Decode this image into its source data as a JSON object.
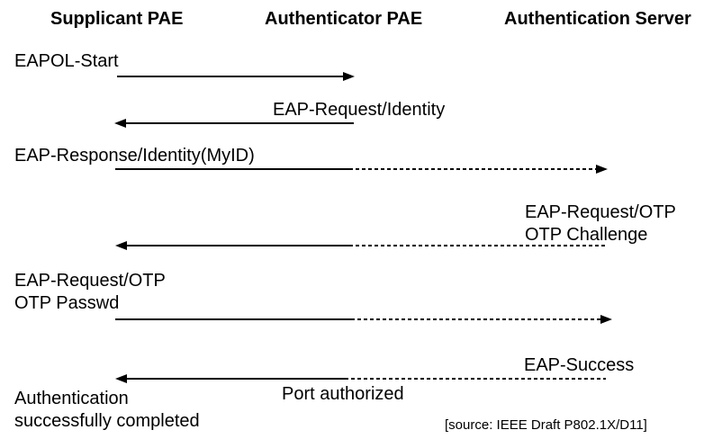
{
  "page": {
    "background_color": "#ffffff",
    "line_color": "#000000"
  },
  "lanes": [
    {
      "id": "supplicant",
      "label": "Supplicant PAE"
    },
    {
      "id": "authenticator",
      "label": "Authenticator PAE"
    },
    {
      "id": "auth-server",
      "label": "Authentication Server"
    }
  ],
  "sequence": [
    {
      "label": "EAPOL-Start",
      "from": "supplicant",
      "to": "authenticator",
      "direction": "right",
      "line": "solid"
    },
    {
      "label": "EAP-Request/Identity",
      "from": "authenticator",
      "to": "supplicant",
      "direction": "left",
      "line": "solid"
    },
    {
      "label": "EAP-Response/Identity(MyID)",
      "from": "supplicant",
      "to": "auth-server",
      "direction": "right",
      "line": "solid-then-dashed"
    },
    {
      "label": "EAP-Request/OTP",
      "label_line2": "OTP Challenge",
      "from": "auth-server",
      "to": "supplicant",
      "direction": "left",
      "line": "dashed-then-solid"
    },
    {
      "label": "EAP-Request/OTP",
      "label_line2": "OTP Passwd",
      "from": "supplicant",
      "to": "auth-server",
      "direction": "right",
      "line": "solid-then-dashed"
    },
    {
      "label": "EAP-Success",
      "from": "auth-server",
      "to": "supplicant",
      "direction": "left",
      "line": "dashed-then-solid"
    }
  ],
  "annotations": {
    "port_status": "Port authorized",
    "completion": "Authentication successfully completed",
    "source": "[source: IEEE Draft P802.1X/D11]"
  }
}
